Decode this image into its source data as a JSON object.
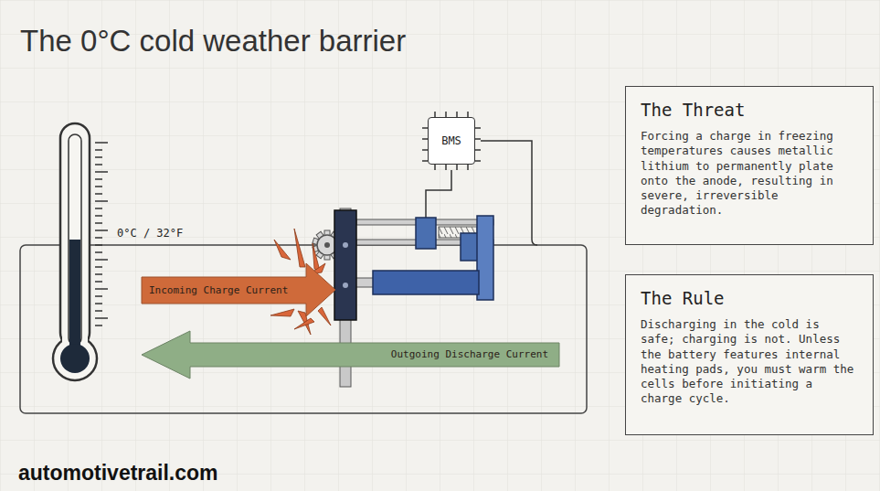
{
  "diagram": {
    "title": "The 0°C cold weather barrier",
    "nodes": [
      {
        "text": [
          "BMS"
        ]
      },
      {
        "text": [
          "The Threat",
          "Forcing a charge in freezing temperatures causes metallic lithium to permanently plate onto the anode, resulting in severe, irreversible degradation."
        ]
      },
      {
        "text": [
          "Incoming Charge Current"
        ]
      },
      {
        "text": [
          "Outgoing Discharge Current"
        ]
      },
      {
        "text": [
          "The Rule",
          "Discharging in the cold is safe; charging is not. Unless the battery features internal heating pads, you must warm the cells before initiating a charge cycle."
        ]
      }
    ],
    "labels": [
      "0°C / 32°F",
      "automotivetrail.com"
    ]
  }
}
